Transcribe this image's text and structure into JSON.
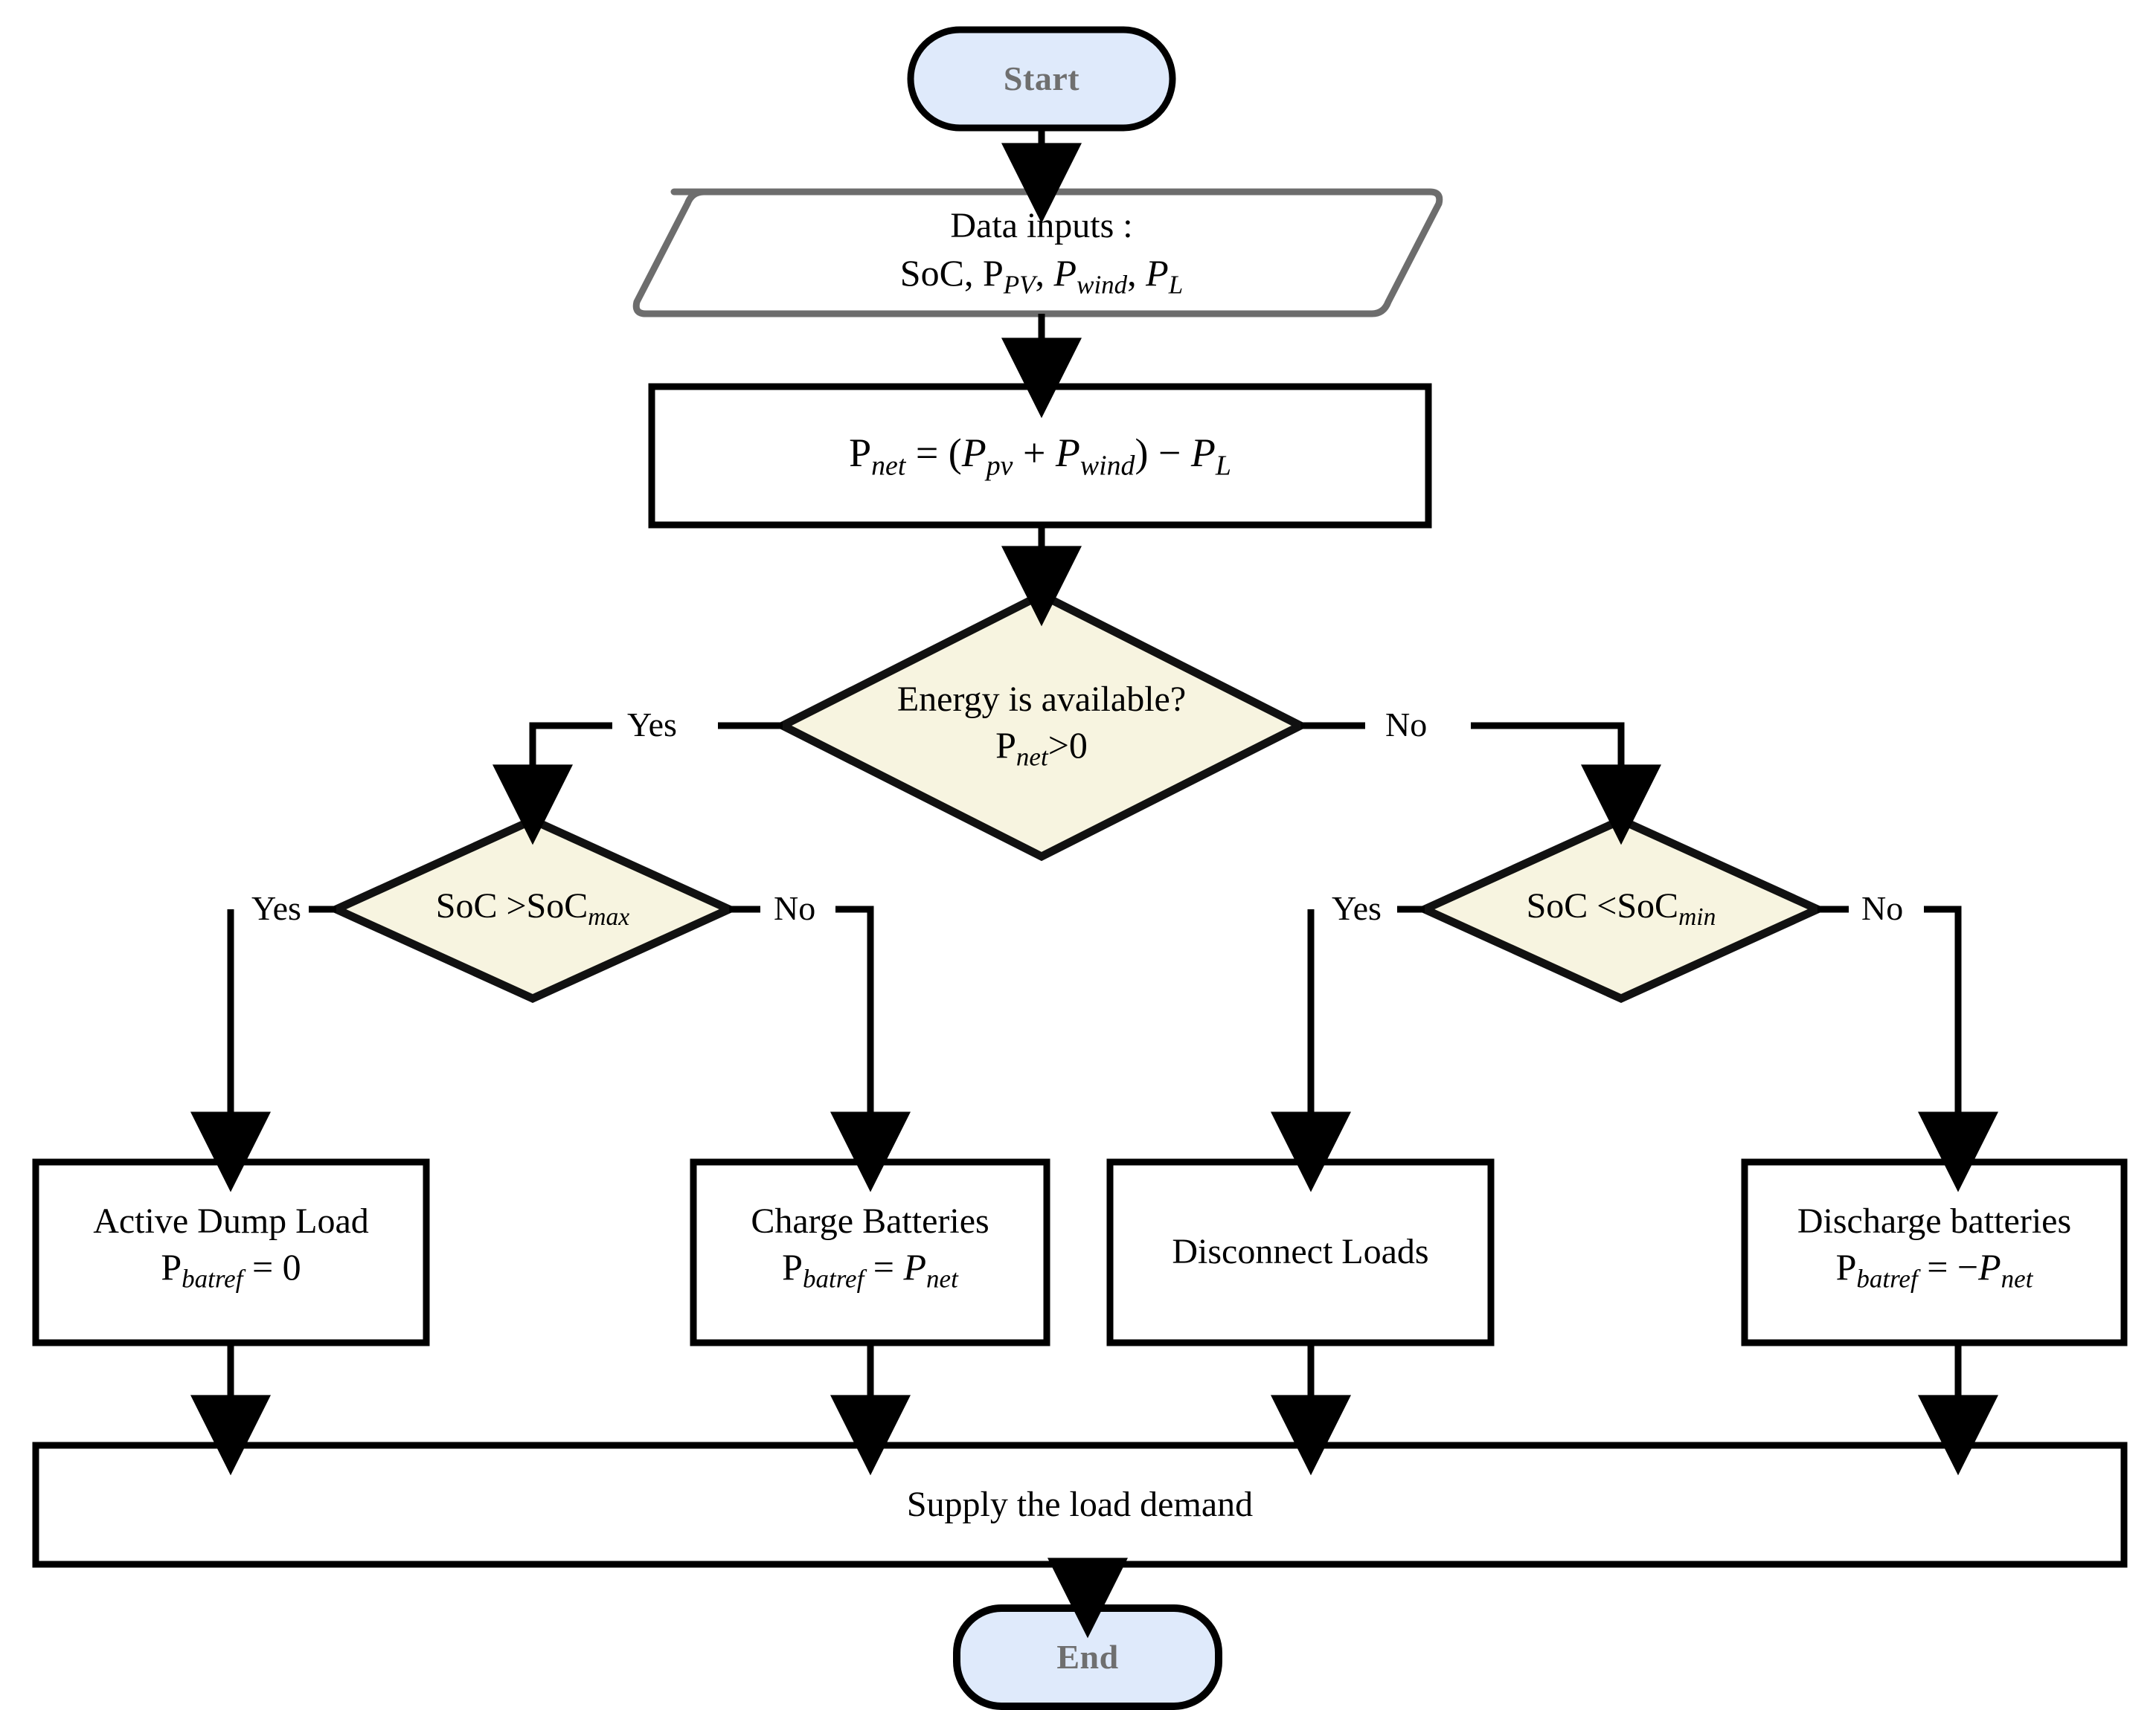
{
  "diagram": {
    "type": "flowchart",
    "title": "Energy management flowchart for hybrid PV-wind-battery microgrid",
    "colors": {
      "terminal_fill": "#dfeafb",
      "terminal_border": "#000000",
      "terminal_text": "#6f6f6f",
      "decision_fill": "#f7f4e0",
      "decision_border": "#111111",
      "process_fill": "#ffffff",
      "process_border": "#000000",
      "io_border": "#6d6d6d",
      "connector": "#000000"
    },
    "nodes": {
      "start": {
        "label": "Start",
        "shape": "terminal"
      },
      "data_inputs": {
        "shape": "parallelogram",
        "line1": "Data inputs :",
        "line2_plain": "SoC, P_PV, P_wind, P_L",
        "line2_parts": [
          {
            "base": "SoC,"
          },
          {
            "base": "P",
            "sub": "PV",
            "base_italic": false,
            "trail": ","
          },
          {
            "base": "P",
            "sub": "wind",
            "base_italic": true,
            "trail": ","
          },
          {
            "base": "P",
            "sub": "L",
            "base_italic": true,
            "trail": ""
          }
        ]
      },
      "pnet_equation": {
        "shape": "process",
        "plain": "P_net = (P_pv + P_wind) - P_L"
      },
      "decision_energy": {
        "shape": "decision",
        "line1": "Energy is available?",
        "line2_plain": "P_net>0"
      },
      "decision_soc_max": {
        "shape": "decision",
        "plain": "SoC >SoC_max"
      },
      "decision_soc_min": {
        "shape": "decision",
        "plain": "SoC <SoC_min"
      },
      "action_dump_load": {
        "shape": "process",
        "line1": "Active Dump Load",
        "line2_plain": "P_batref = 0"
      },
      "action_charge": {
        "shape": "process",
        "line1": "Charge Batteries",
        "line2_plain": "P_batref = P_net"
      },
      "action_disconnect": {
        "shape": "process",
        "line1": "Disconnect Loads",
        "line2_plain": ""
      },
      "action_discharge": {
        "shape": "process",
        "line1": "Discharge batteries",
        "line2_plain": "P_batref = -P_net"
      },
      "supply_bar": {
        "shape": "process",
        "label": "Supply the load demand"
      },
      "end": {
        "label": "End",
        "shape": "terminal"
      }
    },
    "branch_labels": {
      "energy_yes": "Yes",
      "energy_no": "No",
      "soc_max_yes": "Yes",
      "soc_max_no": "No",
      "soc_min_yes": "Yes",
      "soc_min_no": "No"
    }
  }
}
